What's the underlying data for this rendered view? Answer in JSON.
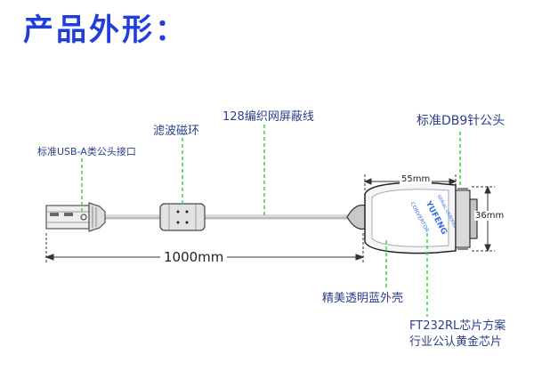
{
  "title": "产品外形：",
  "labels": {
    "usb_connector": "标准USB-A类公头接口",
    "ferrite_ring": "滤波磁环",
    "cable": "128编织网屏蔽线",
    "db9_connector": "标准DB9针公头",
    "shell": "精美透明蓝外壳",
    "chip_line1": "FT232RL芯片方案",
    "chip_line2": "行业公认黄金芯片"
  },
  "dimensions": {
    "cable_length": "1000mm",
    "housing_width": "55mm",
    "housing_height": "36mm"
  },
  "housing_print": {
    "line1": "YUFENG",
    "line2": "CONVERTOR",
    "line3": "SERIAL-USB(RS232)"
  },
  "colors": {
    "title": "#1f3fd8",
    "leader_green": "#3fd23f",
    "label_text": "#2b3f8c",
    "housing_blue": "#3a6fd6"
  }
}
